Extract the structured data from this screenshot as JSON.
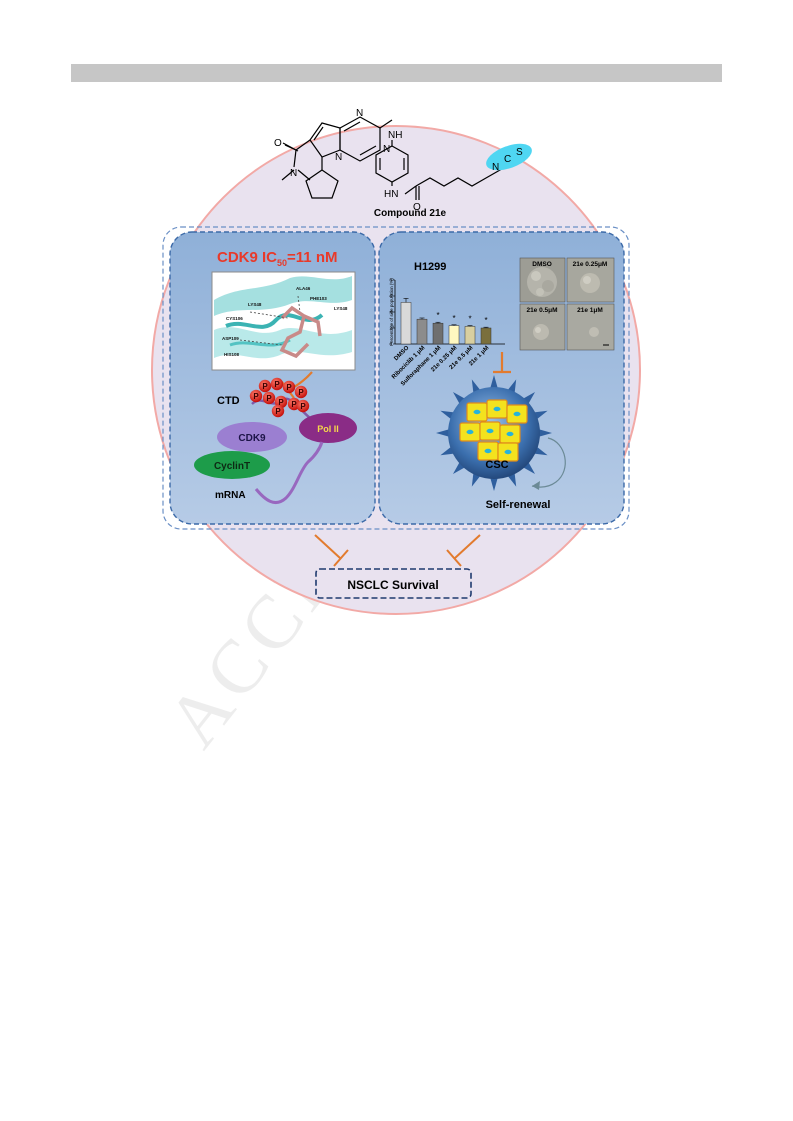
{
  "page": {
    "watermark": "ACCEPTED"
  },
  "graphical_abstract": {
    "compound": {
      "name": "Compound 21e",
      "atoms": {
        "n1": "N",
        "n2": "N",
        "n3": "N",
        "nh_top": "NH",
        "nh_amide": "HN",
        "o1": "O",
        "o2": "O",
        "n_methyl": "N",
        "n_iso": "N",
        "c_iso": "C",
        "s_iso": "S"
      }
    },
    "left_panel": {
      "ic50_prefix": "CDK9 IC",
      "ic50_sub": "50",
      "ic50_suffix": "=11 nM",
      "docking_labels": [
        "ALA46",
        "LYS48",
        "CYS106",
        "ASP109",
        "HIS108",
        "PHE103",
        "LYS48"
      ],
      "ctd_label": "CTD",
      "phospho": "P",
      "cdk9_label": "CDK9",
      "pol_label": "Pol II",
      "cyclin_label": "CyclinT",
      "mrna_label": "mRNA",
      "colors": {
        "ic50": "#e8392a",
        "cdk9": "#9b7fd1",
        "pol": "#8a2c86",
        "cyclin": "#1d9c4a",
        "phospho": "#e8211b"
      }
    },
    "right_panel": {
      "cell_line": "H1299",
      "ylabel": "Percentage of side population (%)",
      "sphere_labels": [
        "DMSO",
        "21e 0.25μM",
        "21e 0.5μM",
        "21e 1μM"
      ],
      "csc_label": "CSC",
      "self_renewal": "Self-renewal"
    },
    "outcome": "NSCLC Survival"
  },
  "chart_data": {
    "type": "bar",
    "title": "H1299",
    "ylabel": "Percentage of side population (%)",
    "xlabel": "",
    "categories": [
      "DMSO",
      "Ribociclib 1 μM",
      "Sulforaphane 1 μM",
      "21e 0.25 μM",
      "21e 0.5 μM",
      "21e 1 μM"
    ],
    "values": [
      5.2,
      3.1,
      2.6,
      2.3,
      2.2,
      2.0
    ],
    "errors": [
      0.5,
      0.15,
      0.12,
      0.1,
      0.1,
      0.1
    ],
    "significance": [
      "",
      "",
      "*",
      "*",
      "*",
      "*"
    ],
    "ylim": [
      0,
      8
    ],
    "yticks": [
      0,
      2,
      4,
      6,
      8
    ],
    "bar_colors": [
      "#d9d9d9",
      "#8c8c8c",
      "#6f6f6f",
      "#fff8c0",
      "#d8cfa0",
      "#7a6f3c"
    ],
    "grid": false
  }
}
